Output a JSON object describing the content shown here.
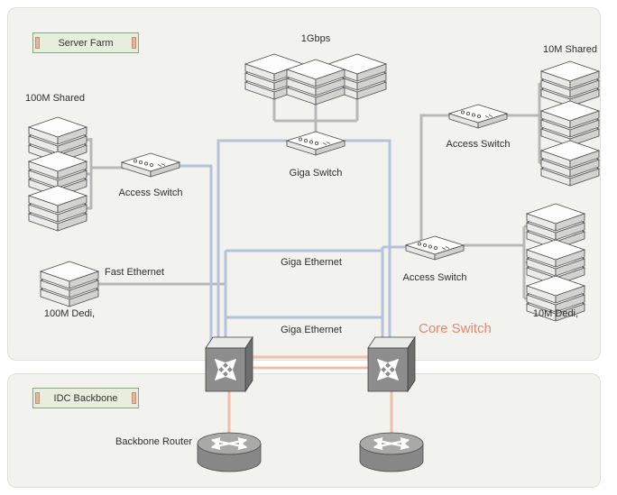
{
  "page": {
    "panels": {
      "server_farm": "Server Farm",
      "idc_backbone": "IDC Backbone"
    },
    "labels": {
      "shared_100m": "100M Shared",
      "gbps": "1Gbps",
      "shared_10m": "10M Shared",
      "access_switch_left": "Access Switch",
      "giga_switch": "Giga Switch",
      "access_switch_top_right": "Access Switch",
      "access_switch_bottom_right": "Access Switch",
      "dedi_10m": "10M Dedi,",
      "dedi_100m": "100M Dedi,",
      "fast_ethernet": "Fast Ethernet",
      "giga_ethernet_mid": "Giga Ethernet",
      "giga_ethernet_low": "Giga Ethernet",
      "core_switch": "Core Switch",
      "backbone_router": "Backbone Router"
    },
    "colors": {
      "giga_line": "#b5c2d8",
      "gray_line": "#b8b8b8",
      "core_line": "#f1bcaa",
      "core_switch_text": "#e18b70"
    }
  }
}
